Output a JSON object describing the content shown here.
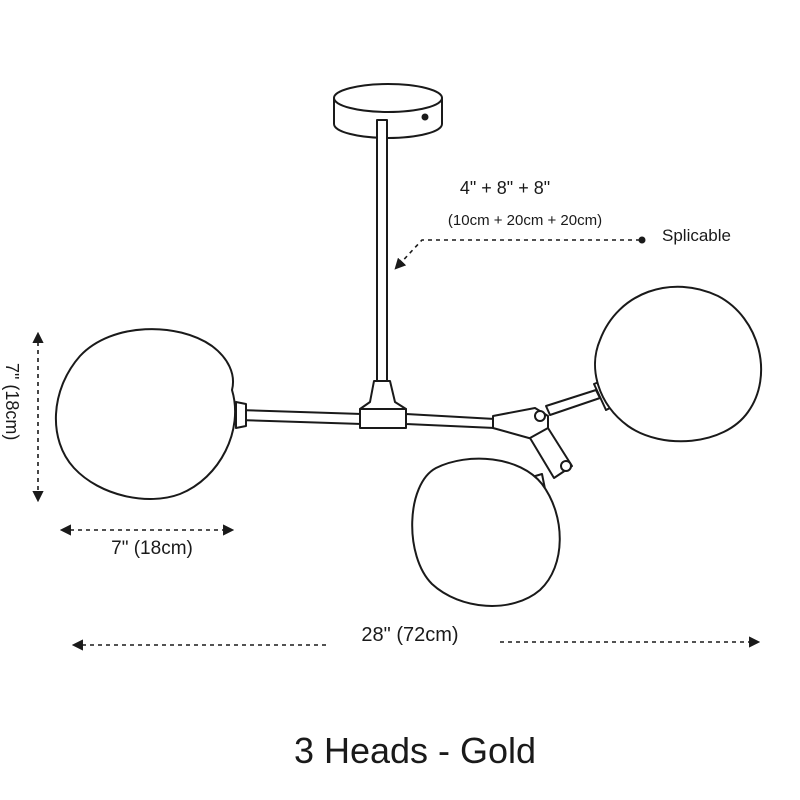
{
  "labels": {
    "rod_length_in": "4\" + 8\" + 8\"",
    "rod_length_cm": "(10cm + 20cm + 20cm)",
    "splicable": "Splicable",
    "shade_height": "7\" (18cm)",
    "shade_width": "7\" (18cm)",
    "total_width": "28\" (72cm)",
    "product_title": "3 Heads - Gold"
  },
  "colors": {
    "line": "#1a1a1a",
    "background": "#ffffff"
  }
}
